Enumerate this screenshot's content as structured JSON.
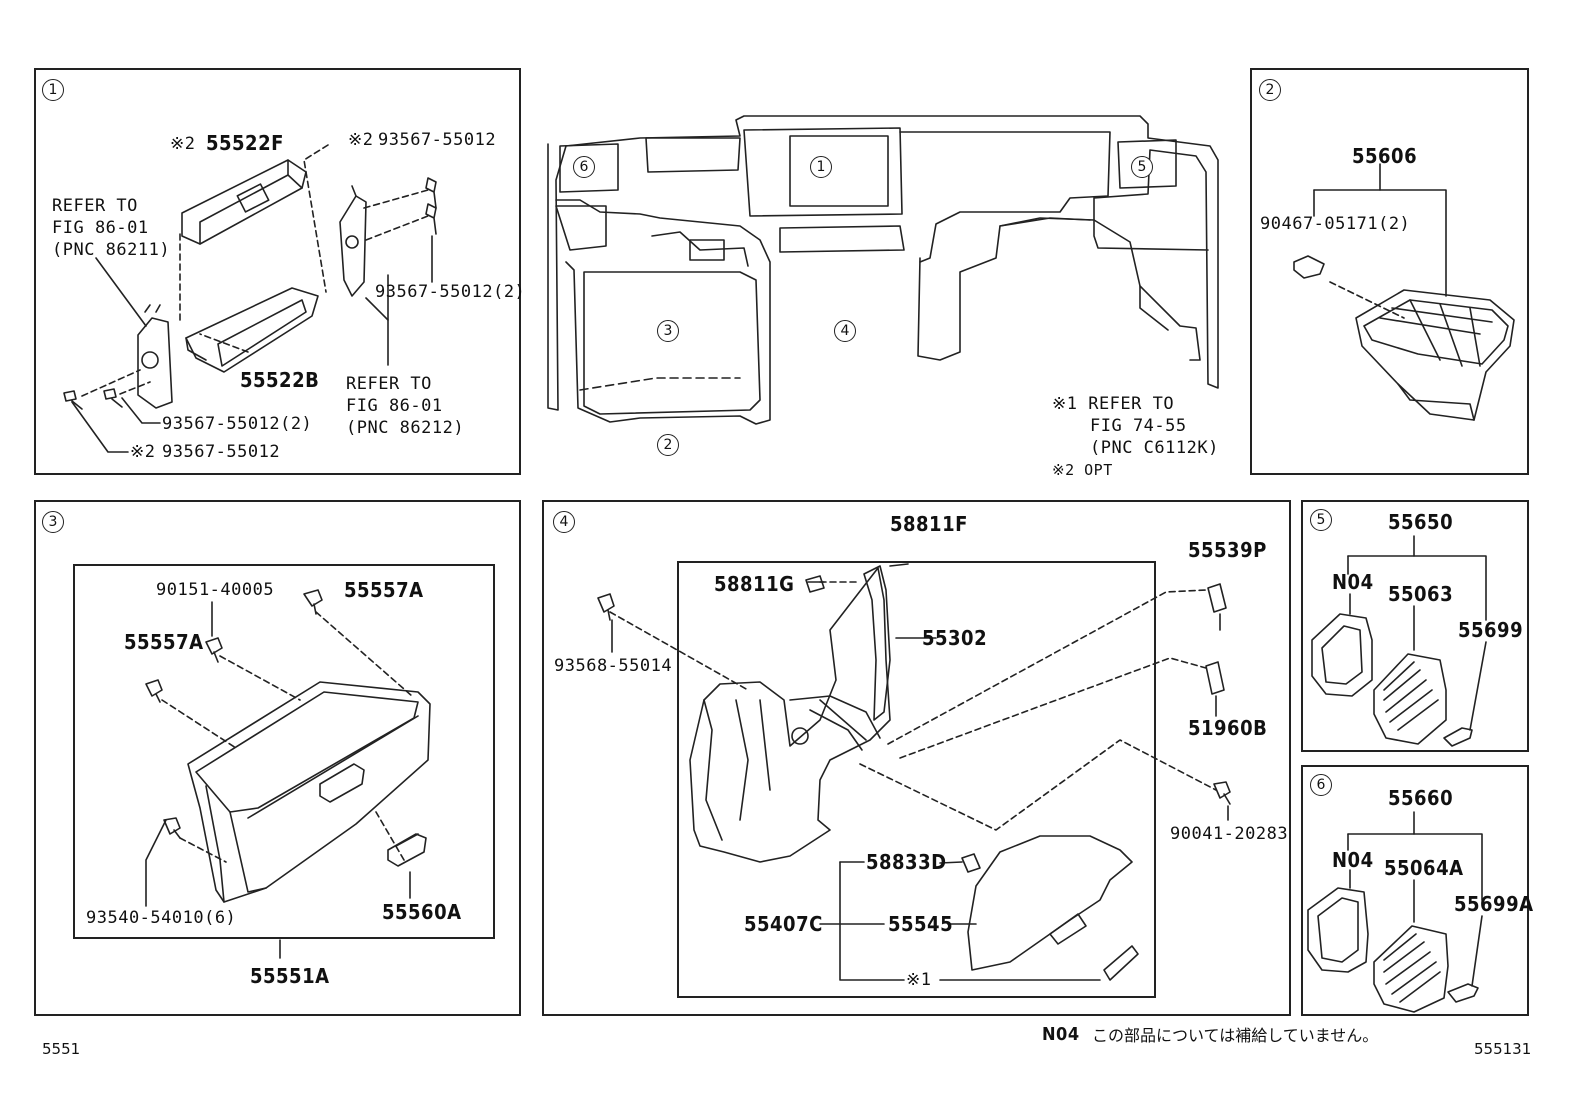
{
  "panels": {
    "p1": {
      "marker": "1",
      "labels": {
        "opt_a": "※2",
        "part_55522F": "55522F",
        "opt_b": "※2",
        "part_93567_top": "93567-55012",
        "refer_left_1": "REFER TO",
        "refer_left_2": "FIG 86-01",
        "refer_left_3": "(PNC 86211)",
        "part_55522B": "55522B",
        "part_93567_right2": "93567-55012(2)",
        "refer_right_1": "REFER TO",
        "refer_right_2": "FIG 86-01",
        "refer_right_3": "(PNC 86212)",
        "part_93567_bot2": "93567-55012(2)",
        "opt_c": "※2",
        "part_93567_bot": "93567-55012"
      }
    },
    "p2": {
      "marker": "2",
      "labels": {
        "part_55606": "55606",
        "part_90467": "90467-05171(2)"
      }
    },
    "p3": {
      "marker": "3",
      "labels": {
        "part_90151": "90151-40005",
        "part_55557A_top": "55557A",
        "part_55557A_left": "55557A",
        "part_93540": "93540-54010(6)",
        "part_55560A": "55560A",
        "part_55551A": "55551A"
      }
    },
    "p4": {
      "marker": "4",
      "labels": {
        "part_58811F": "58811F",
        "part_58811G": "58811G",
        "part_55302": "55302",
        "part_55539P": "55539P",
        "part_93568": "93568-55014",
        "part_51960B": "51960B",
        "part_90041": "90041-20283",
        "part_58833D": "58833D",
        "part_55407C": "55407C",
        "part_55545": "55545",
        "ref_1": "※1"
      }
    },
    "p5": {
      "marker": "5",
      "labels": {
        "part_55650": "55650",
        "part_N04": "N04",
        "part_55063": "55063",
        "part_55699": "55699"
      }
    },
    "p6": {
      "marker": "6",
      "labels": {
        "part_55660": "55660",
        "part_N04": "N04",
        "part_55064A": "55064A",
        "part_55699A": "55699A"
      }
    }
  },
  "overview": {
    "markers": [
      "6",
      "1",
      "5",
      "3",
      "4",
      "2"
    ],
    "notes": {
      "n1_line1": "※1 REFER TO",
      "n1_line2": "FIG 74-55",
      "n1_line3": "(PNC C6112K)",
      "n2": "※2 OPT"
    }
  },
  "footer": {
    "left_code": "5551",
    "n04_code": "N04",
    "n04_text": "この部品については補給していません。",
    "right_code": "555131"
  }
}
